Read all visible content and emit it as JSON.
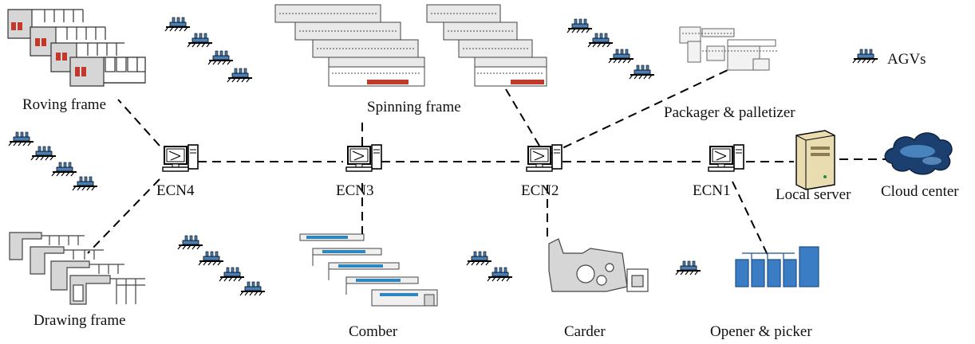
{
  "labels": {
    "roving_frame": "Roving frame",
    "spinning_frame": "Spinning frame",
    "packager_palletizer": "Packager & palletizer",
    "agvs": "AGVs",
    "ecn4": "ECN4",
    "ecn3": "ECN3",
    "ecn2": "ECN2",
    "ecn1": "ECN1",
    "local_server": "Local server",
    "cloud_center": "Cloud center",
    "drawing_frame": "Drawing frame",
    "comber": "Comber",
    "carder": "Carder",
    "opener_picker": "Opener & picker"
  },
  "colors": {
    "line": "#000000",
    "agv_blue": "#4a7fb5",
    "roller_red": "#c0392b",
    "roller_blue": "#2e86c1",
    "opener_blue": "#3b7dc4",
    "cloud_dark": "#1b3f6e",
    "cloud_light": "#5a9bd8",
    "server_beige": "#e8dcb0",
    "machine_gray": "#d6d6d6"
  },
  "icons": [
    "computer-icon",
    "server-icon",
    "cloud-icon",
    "agv-icon"
  ]
}
